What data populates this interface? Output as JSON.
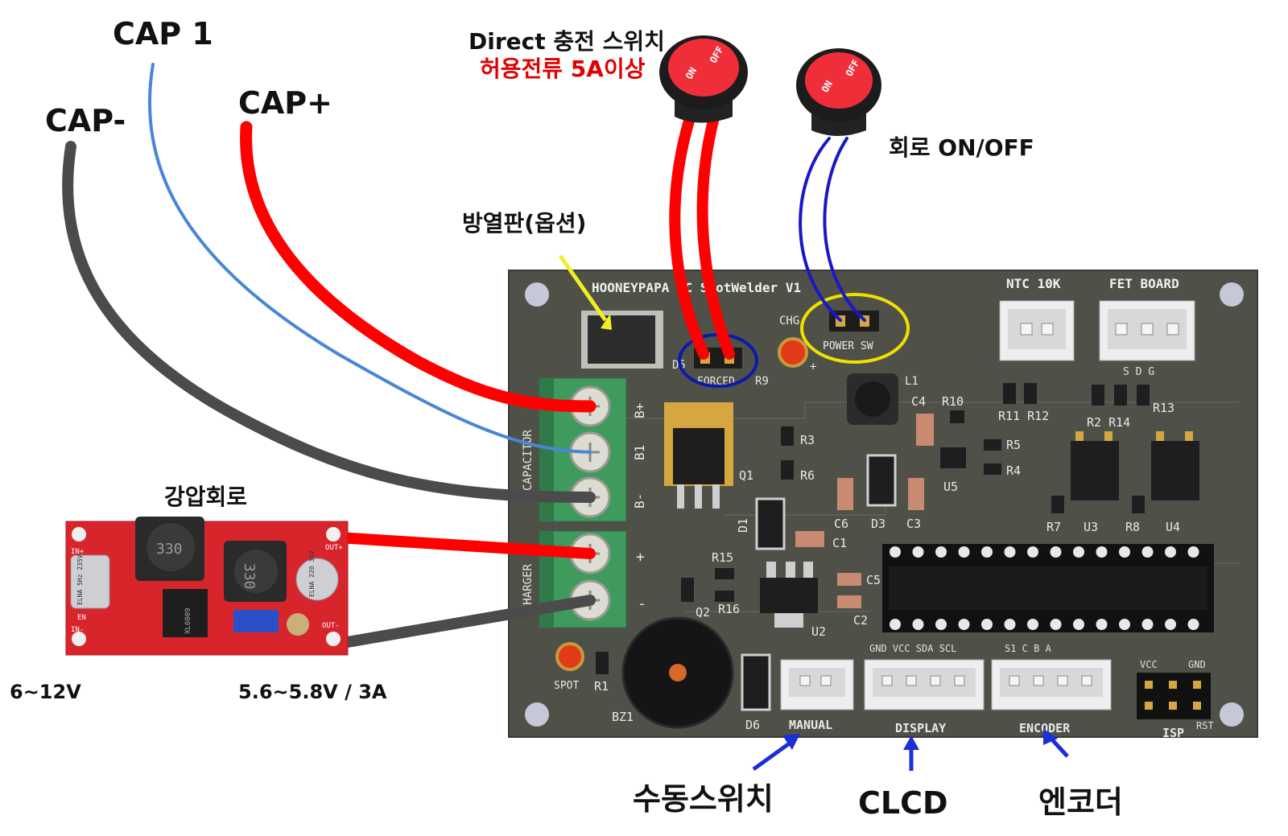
{
  "labels": {
    "cap1": "CAP 1",
    "cap_minus": "CAP-",
    "cap_plus": "CAP+",
    "direct_switch": "Direct 충전 스위치",
    "current_rating": "허용전류 5A이상",
    "heatsink": "방열판(옵션)",
    "circuit_onoff": "회로 ON/OFF",
    "stepdown": "강압회로",
    "input_voltage": "6~12V",
    "output_voltage": "5.6~5.8V / 3A",
    "manual_switch": "수동스위치",
    "clcd": "CLCD",
    "encoder": "엔코더"
  },
  "switch": {
    "on": "ON",
    "off": "OFF"
  },
  "board": {
    "title": "HOONEYPAPA DC SpotWelder V1",
    "ntc": "NTC 10K",
    "fet": "FET BOARD",
    "fet_pins": "S  D  G",
    "power_sw": "POWER SW",
    "forced": "FORCED",
    "chg": "CHG",
    "capacitor": "CAPACITOR",
    "charger": "CHARGER",
    "bplus": "B+",
    "b1": "B1",
    "bminus": "B-",
    "plus": "+",
    "minus": "-",
    "manual": "MANUAL",
    "display": "DISPLAY",
    "encoder": "ENCODER",
    "isp": "ISP",
    "rst": "RST",
    "vcc": "VCC",
    "gnd": "GND",
    "display_pins": "GND VCC SDA SCL",
    "encoder_pins": "S1  C  B  A",
    "spot": "SPOT",
    "bz1": "BZ1",
    "r1": "R1",
    "r3": "R3",
    "r4": "R4",
    "r5": "R5",
    "r6": "R6",
    "r7": "R7",
    "r8": "R8",
    "r9": "R9",
    "r10": "R10",
    "r11_r12": "R11 R12",
    "r13": "R13",
    "r2_r14": "R2 R14",
    "r15": "R15",
    "r16": "R16",
    "q1": "Q1",
    "q2": "Q2",
    "d1": "D1",
    "d3": "D3",
    "d5": "D5",
    "d6": "D6",
    "c1": "C1",
    "c2": "C2",
    "c3": "C3",
    "c4": "C4",
    "c5": "C5",
    "c6": "C6",
    "u2": "U2",
    "u3": "U3",
    "u4": "U4",
    "u5": "U5",
    "l1": "L1"
  },
  "module": {
    "inp": "IN+",
    "inm": "IN-",
    "outp": "OUT+",
    "outm": "OUT-",
    "en": "EN",
    "inductor": "330",
    "cap_left": "ELNA 5Hz 235V",
    "cap_right": "ELNA 220 35V",
    "chip": "XL6009"
  },
  "colors": {
    "pcb": "#4f5148",
    "red_wire": "#ff0000",
    "blue_wire": "#4a86d6",
    "dark_wire": "#4b4b4b",
    "arrow_blue": "#1a2fd6",
    "arrow_yellow": "#f0f020",
    "terminal": "#3f9a5e"
  }
}
